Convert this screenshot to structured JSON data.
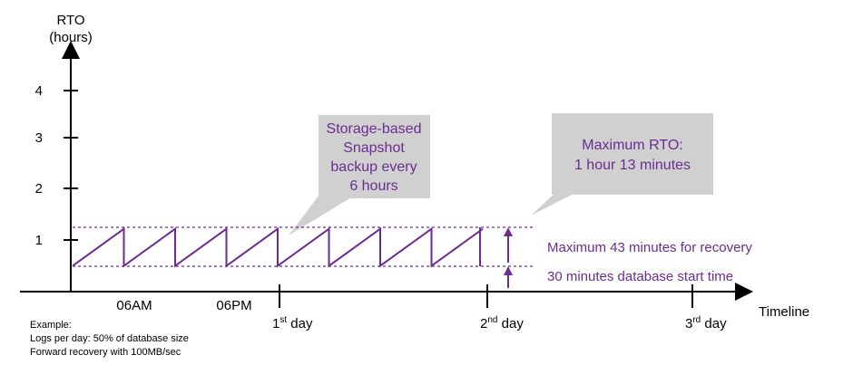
{
  "chart_data": {
    "type": "line",
    "ylabel_line1": "RTO",
    "ylabel_line2": "(hours)",
    "xlabel": "Timeline",
    "yticks": [
      "1",
      "2",
      "3",
      "4"
    ],
    "ylim": [
      0,
      4.5
    ],
    "time_labels": [
      "06AM",
      "06PM"
    ],
    "day_labels": [
      {
        "num": "1",
        "sup": "st",
        "word": " day"
      },
      {
        "num": "2",
        "sup": "nd",
        "word": " day"
      },
      {
        "num": "3",
        "sup": "rd",
        "word": " day"
      }
    ],
    "min_line_hours": 0.5,
    "max_line_hours": 1.22,
    "sawtooth_periods": 8,
    "period_hours": 6
  },
  "callouts": {
    "snapshot": [
      "Storage-based",
      "Snapshot",
      "backup every",
      "6 hours"
    ],
    "max_rto": [
      "Maximum RTO:",
      "1 hour 13 minutes"
    ]
  },
  "annotations": {
    "recovery": "Maximum 43 minutes for recovery",
    "start": "30 minutes database start time"
  },
  "notes": {
    "line1": "Example:",
    "line2": "Logs per day: 50% of database size",
    "line3": "Forward recovery with 100MB/sec"
  },
  "colors": {
    "series": "#6a2c91",
    "callout_fill": "#d0d0d0",
    "axis": "#000000"
  }
}
